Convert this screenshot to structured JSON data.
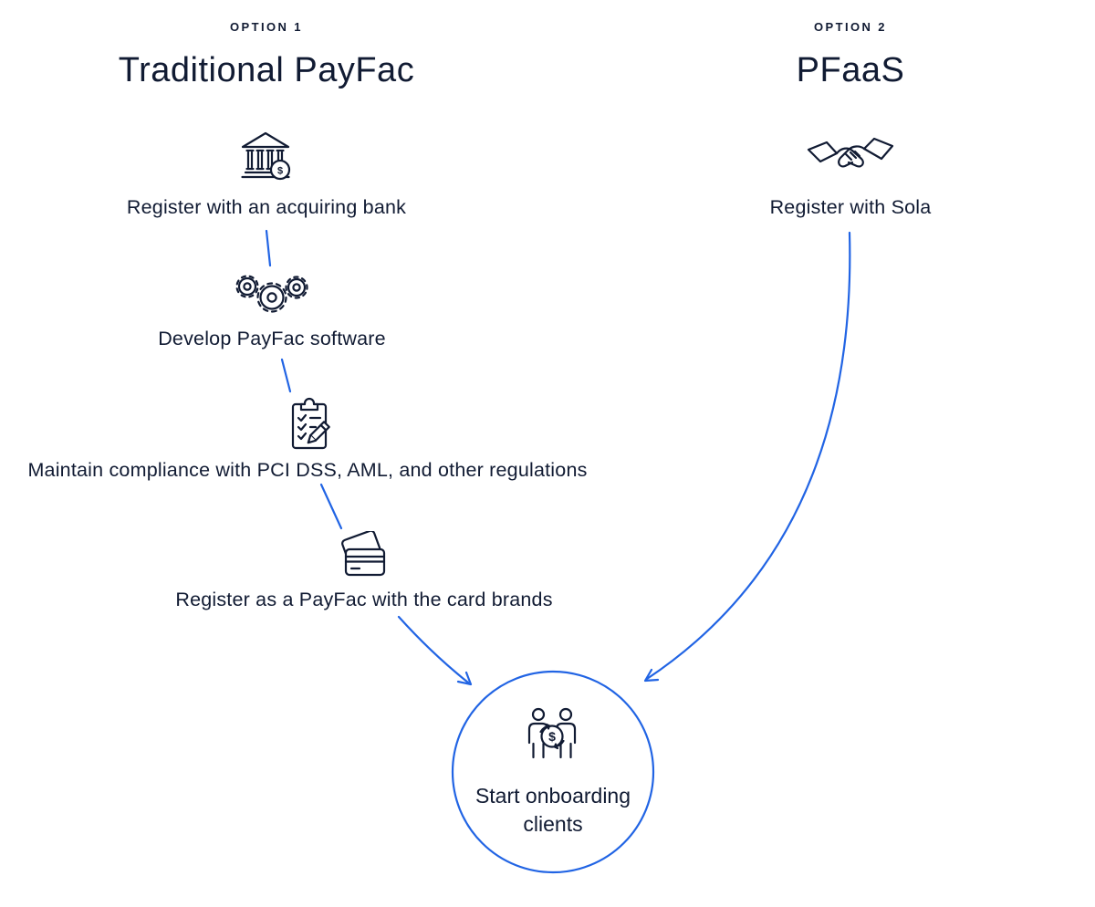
{
  "colors": {
    "text_navy": "#111b33",
    "accent_blue": "#2164e4"
  },
  "currency_symbol": "$",
  "option1": {
    "eyebrow": "OPTION 1",
    "title": "Traditional PayFac",
    "steps": [
      {
        "icon": "bank-icon",
        "label": "Register with an acquiring bank"
      },
      {
        "icon": "gears-icon",
        "label": "Develop PayFac software"
      },
      {
        "icon": "compliance-checklist-icon",
        "label": "Maintain compliance with PCI DSS, AML, and other regulations"
      },
      {
        "icon": "credit-cards-icon",
        "label": "Register as a PayFac with the card brands"
      }
    ]
  },
  "option2": {
    "eyebrow": "OPTION 2",
    "title": "PFaaS",
    "steps": [
      {
        "icon": "handshake-icon",
        "label": "Register with Sola"
      }
    ]
  },
  "result": {
    "icon": "onboarding-clients-icon",
    "label": "Start onboarding clients"
  }
}
